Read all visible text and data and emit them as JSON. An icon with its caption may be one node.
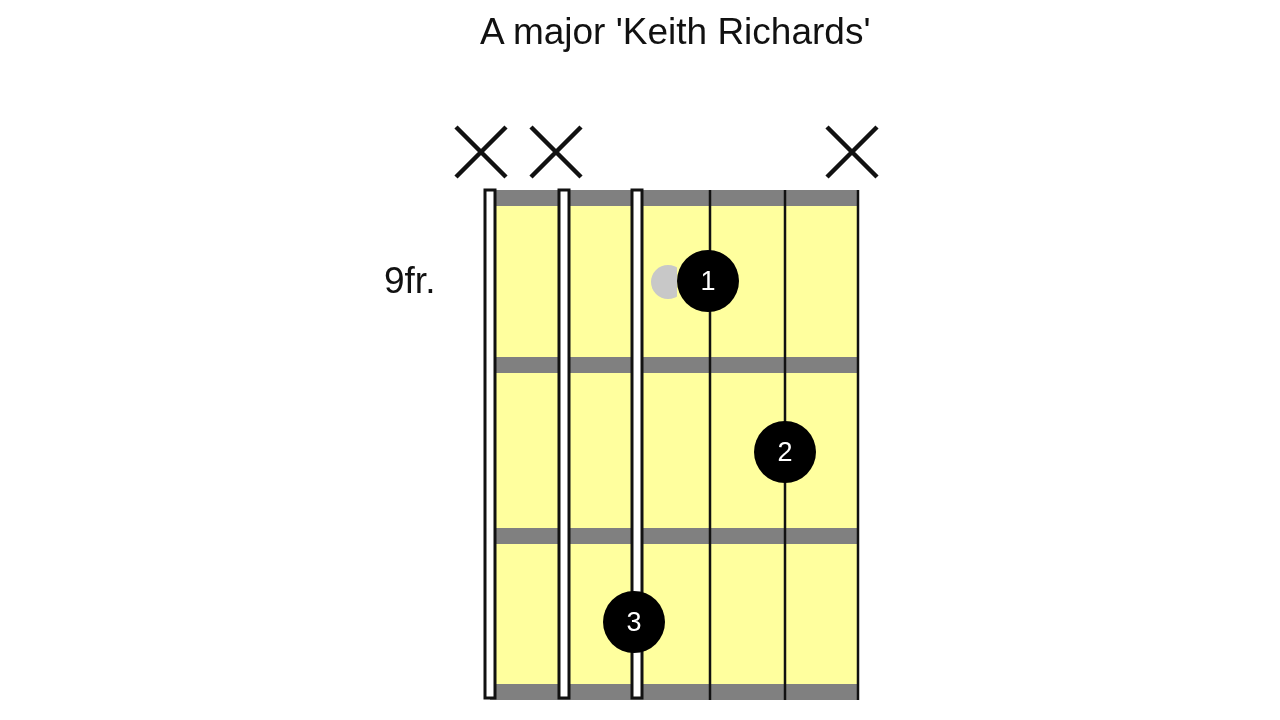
{
  "diagram": {
    "title": "A major 'Keith Richards'",
    "nodes": [
      {
        "text": [],
        "shape": "circle"
      },
      {
        "text": [
          "1"
        ]
      },
      {
        "text": [
          "2"
        ]
      },
      {
        "text": [
          "3"
        ]
      }
    ],
    "edges": [],
    "labels": [
      "9fr."
    ]
  }
}
